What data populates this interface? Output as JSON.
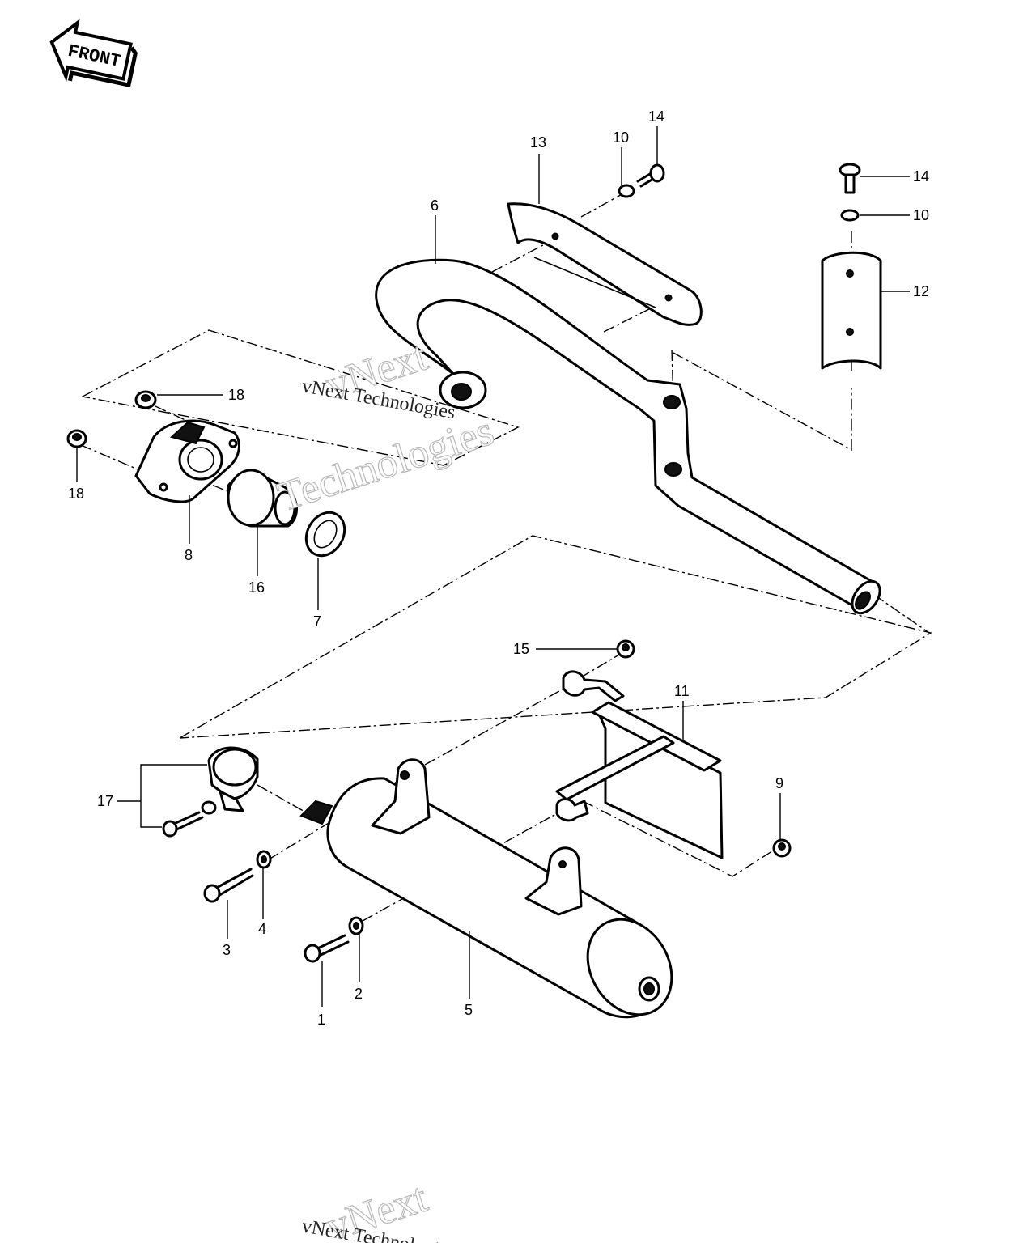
{
  "front_label": "FRONT",
  "watermark": {
    "brand": "vNext",
    "line": "vNext Technologies",
    "word": "Technologies"
  },
  "callouts": {
    "c1": "1",
    "c2": "2",
    "c3": "3",
    "c4": "4",
    "c5": "5",
    "c6": "6",
    "c7": "7",
    "c8": "8",
    "c9": "9",
    "c10a": "10",
    "c10b": "10",
    "c11": "11",
    "c12": "12",
    "c13": "13",
    "c14a": "14",
    "c14b": "14",
    "c15": "15",
    "c16": "16",
    "c17": "17",
    "c18a": "18",
    "c18b": "18"
  }
}
